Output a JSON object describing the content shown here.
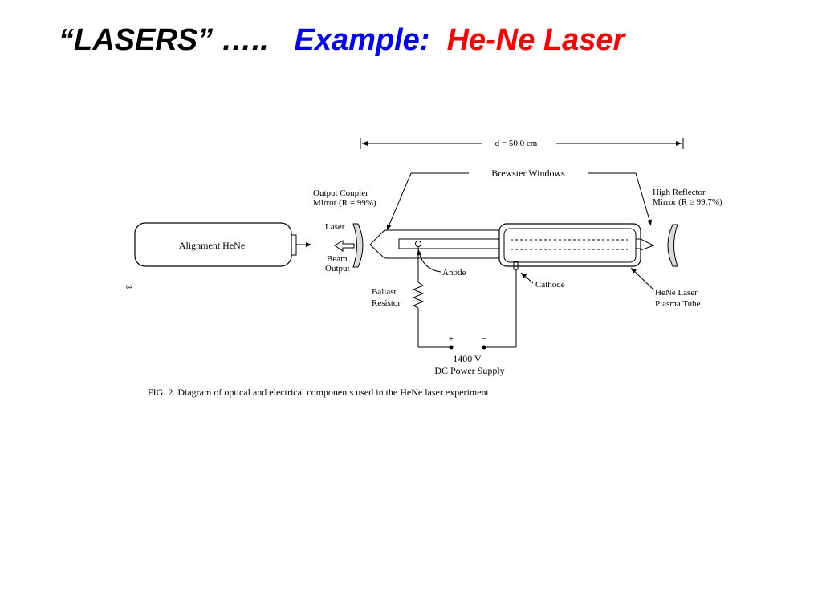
{
  "slide": {
    "title_part1": "“LASERS” …..   ",
    "title_part2": "Example:  ",
    "title_part3": "He-Ne Laser",
    "title_colors": {
      "part1": "#000000",
      "part2": "#0000ff",
      "part3": "#ff0000"
    }
  },
  "diagram": {
    "distance_label": "d = 50.0 cm",
    "brewster_label": "Brewster Windows",
    "output_coupler_line1": "Output Coupler",
    "output_coupler_line2": "Mirror (R = 99%)",
    "high_reflector_line1": "High Reflector",
    "high_reflector_line2": "Mirror (R ≥ 99.7%)",
    "alignment_label": "Alignment HeNe",
    "laser_label": "Laser",
    "beam_label": "Beam",
    "output_label": "Output",
    "anode_label": "Anode",
    "cathode_label": "Cathode",
    "plasma_line1": "HeNe Laser",
    "plasma_line2": "Plasma Tube",
    "ballast_line1": "Ballast",
    "ballast_line2": "Resistor",
    "plus_label": "+",
    "minus_label": "−",
    "voltage_label": "1400 V",
    "supply_label": "DC Power Supply",
    "page_number": "3",
    "caption": "FIG. 2. Diagram of optical and electrical components used in the HeNe laser experiment"
  }
}
